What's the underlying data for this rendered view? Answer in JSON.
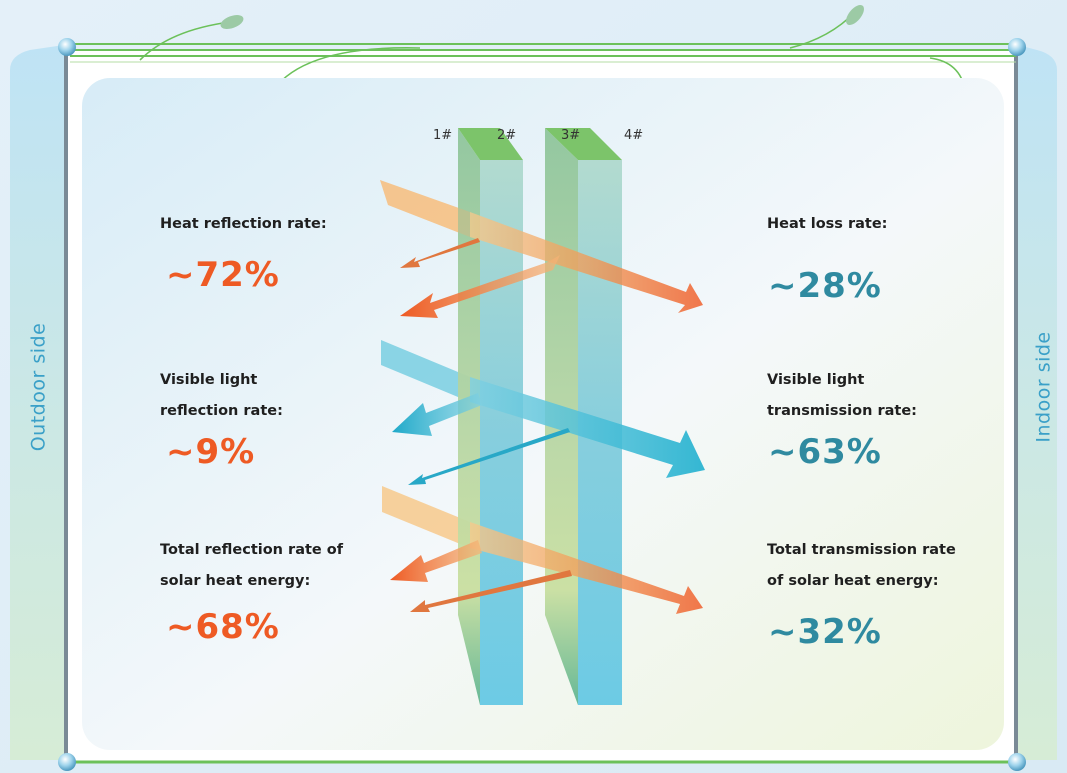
{
  "sides": {
    "outdoor": "Outdoor side",
    "indoor": "Indoor side"
  },
  "panes": [
    "1#",
    "2#",
    "3#",
    "4#"
  ],
  "left": {
    "heat": {
      "label": "Heat reflection rate:",
      "value": "~72%"
    },
    "visible": {
      "label_line1": "Visible light",
      "label_line2": "reflection rate:",
      "value": "~9%"
    },
    "total": {
      "label_line1": "Total reflection rate of",
      "label_line2": "solar heat energy:",
      "value": "~68%"
    }
  },
  "right": {
    "heat": {
      "label": "Heat loss rate:",
      "value": "~28%"
    },
    "visible": {
      "label_line1": "Visible light",
      "label_line2": "transmission rate:",
      "value": "~63%"
    },
    "total": {
      "label_line1": "Total transmission rate",
      "label_line2": "of solar heat energy:",
      "value": "~32%"
    }
  },
  "colors": {
    "reflection": "#ee5a24",
    "transmission": "#2f8aa0",
    "heat_arrow": "#f08a4b",
    "light_arrow": "#29b3cf",
    "glass_green": "#a9cf8f",
    "glass_blue": "#5ec8e0",
    "frame_green": "#6cc15a"
  }
}
